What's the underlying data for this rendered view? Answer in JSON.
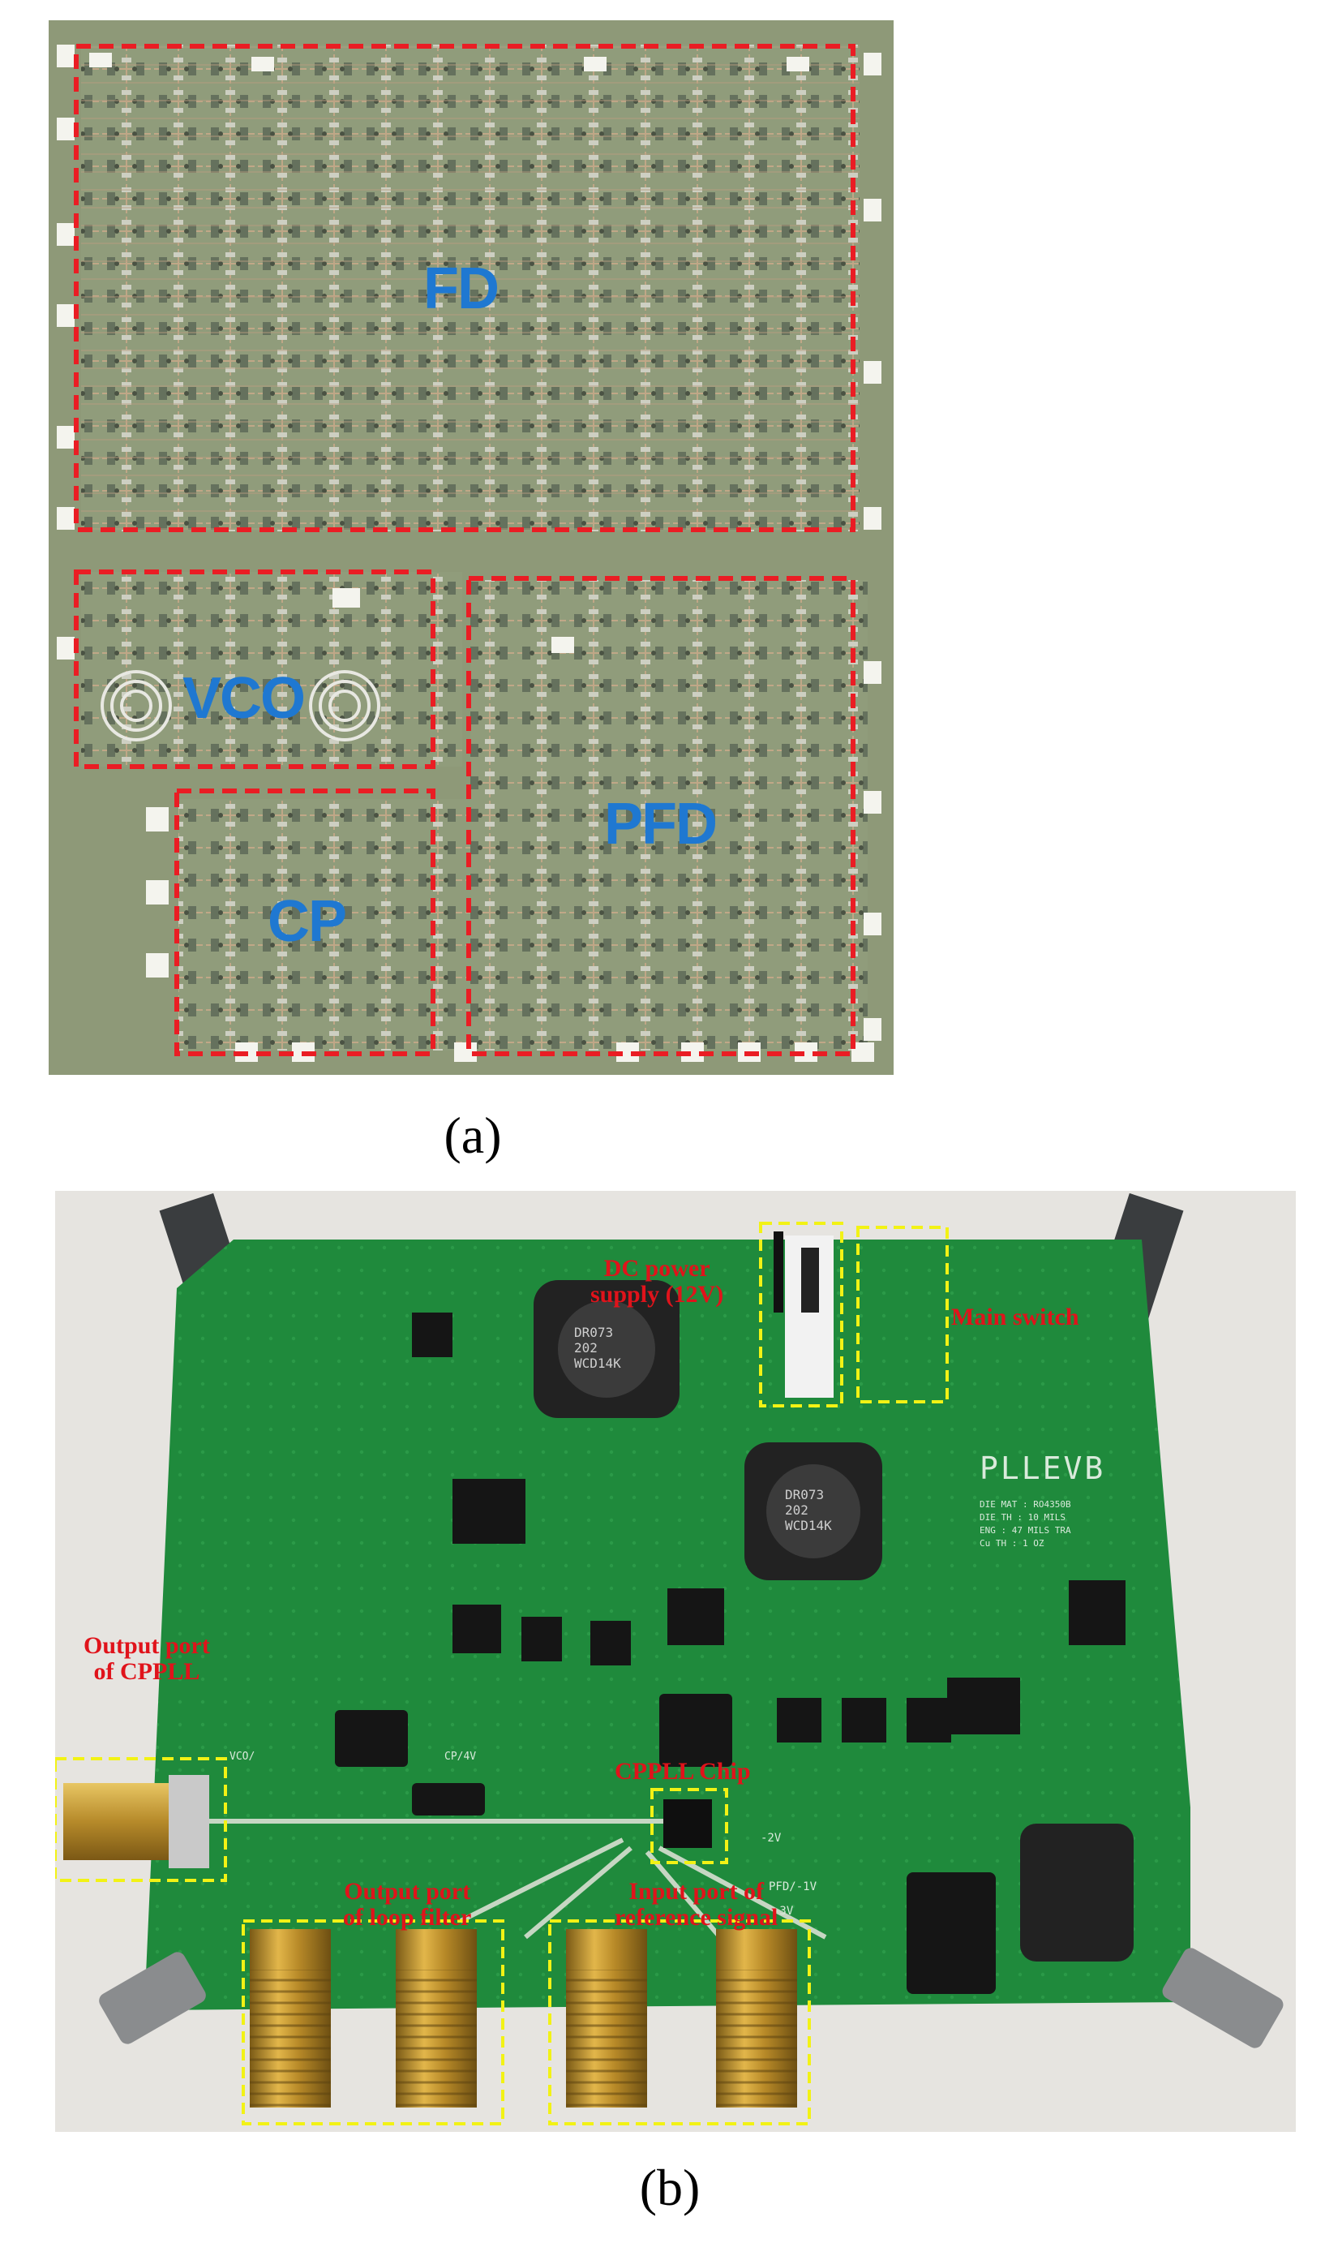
{
  "panel_a": {
    "caption": "(a)",
    "blocks": {
      "fd": "FD",
      "vco": "VCO",
      "cp": "CP",
      "pfd": "PFD"
    }
  },
  "panel_b": {
    "caption": "(b)",
    "annotations": {
      "dc_power": "DC power\nsupply (12V)",
      "main_switch": "Main switch",
      "output_cppll": "Output port\nof CPPLL",
      "cppll_chip": "CPPLL Chip",
      "output_loop_filter": "Output port\nof loop filter",
      "input_reference": "Input port of\nreference signal"
    },
    "board_text": {
      "title": "PLLEVB",
      "spec_lines": [
        "DIE MAT : RO4350B",
        "DIE TH : 10 MILS",
        "ENG : 47 MILS TRA",
        "Cu TH : 1 OZ"
      ],
      "inductor_marking": "DR073\n202\nWCD14K",
      "vco_label": "VCO/",
      "pfd_label": "PFD/-1V",
      "cp_label": "CP/4V",
      "neg2v": "-2V",
      "neg3v": "-3V"
    },
    "colors": {
      "annotation_text": "#e0131b",
      "highlight_box": "#f2f215",
      "pcb_green": "#1f8a3c"
    }
  }
}
